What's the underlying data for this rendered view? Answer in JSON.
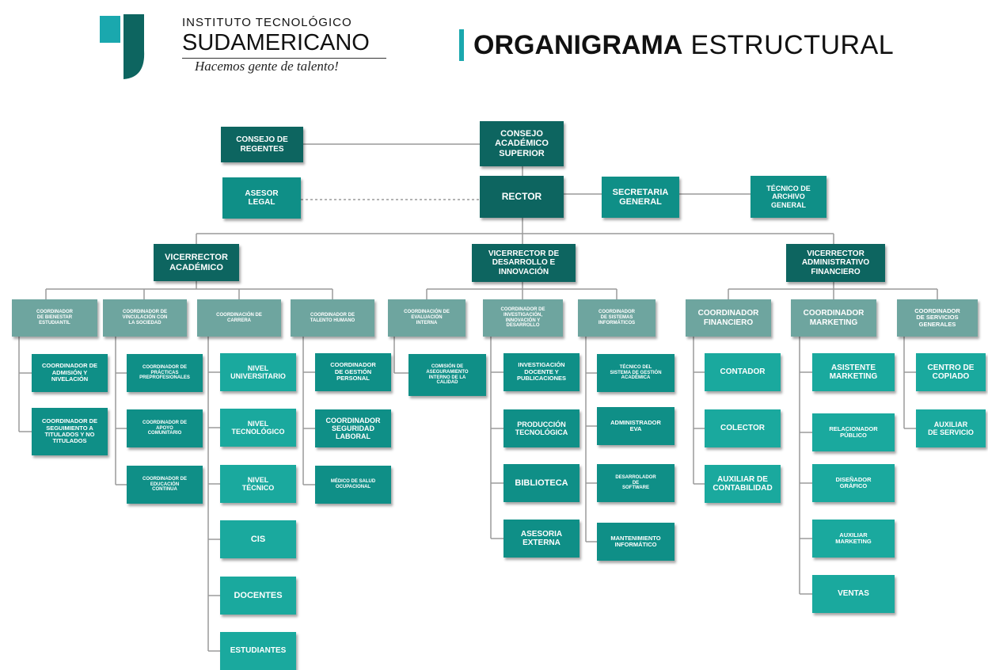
{
  "logo": {
    "line1": "INSTITUTO TECNOLÓGICO",
    "line2": "SUDAMERICANO",
    "line3": "Hacemos gente de talento!"
  },
  "title": {
    "bold": "ORGANIGRAMA",
    "light": "ESTRUCTURAL"
  },
  "colors": {
    "dark": "#0d6560",
    "mid": "#0f8f87",
    "grey": "#6ea59f",
    "teal": "#1aa99e",
    "accent": "#1aa8ae"
  },
  "org": {
    "consejo_academico": "CONSEJO\nACADÉMICO\nSUPERIOR",
    "consejo_regentes": "CONSEJO DE\nREGENTES",
    "rector": "RECTOR",
    "asesor_legal": "ASESOR\nLEGAL",
    "secretaria": "SECRETARIA\nGENERAL",
    "tecnico_archivo": "TÉCNICO DE\nARCHIVO\nGENERAL",
    "vice_academico": "VICERRECTOR\nACADÉMICO",
    "vice_desarrollo": "VICERRECTOR DE\nDESARROLLO E\nINNOVACIÓN",
    "vice_admin": "VICERRECTOR\nADMINISTRATIVO\nFINANCIERO",
    "coord_bienestar": "COORDINADOR\nDE BIENESTAR\nESTUDIANTIL",
    "coord_vinculacion": "COORDINADOR DE\nVINCULACIÓN CON\nLA SOCIEDAD",
    "coord_carrera": "COORDINACIÓN DE\nCARRERA",
    "coord_talento": "COORDINADOR DE\nTALENTO HUMANO",
    "coord_evaluacion": "COORDINACIÓN DE\nEVALUACIÓN\nINTERNA",
    "coord_investigacion": "COORDINADOR DE\nINVESTIGACIÓN,\nINNOVACIÓN Y\nDESARROLLO",
    "coord_sistemas": "COORDINADOR\nDE SISTEMAS\nINFORMÁTICOS",
    "coord_financiero": "COORDINADOR\nFINANCIERO",
    "coord_marketing": "COORDINADOR\nMARKETING",
    "coord_servicios": "COORDINADOR\nDE SERVICIOS\nGENERALES",
    "admision": "COORDINADOR DE\nADMISIÓN Y\nNIVELACIÓN",
    "seguimiento": "COORDINADOR DE\nSEGUIMIENTO A\nTITULADOS Y NO\nTITULADOS",
    "practicas": "COORDINADOR DE\nPRÁCTICAS\nPREPROFESIONALES",
    "apoyo": "COORDINADOR DE\nAPOYO\nCOMUNITARIO",
    "educacion": "COORDINADOR DE\nEDUCACIÓN\nCONTINUA",
    "universitario": "NIVEL\nUNIVERSITARIO",
    "tecnologico": "NIVEL\nTECNOLÓGICO",
    "tecnico": "NIVEL\nTÉCNICO",
    "cis": "CIS",
    "docentes": "DOCENTES",
    "estudiantes": "ESTUDIANTES",
    "gestion_personal": "COORDINADOR\nDE GESTIÓN\nPERSONAL",
    "seguridad": "COORDINADOR\nSEGURIDAD\nLABORAL",
    "medico": "MÉDICO DE SALUD\nOCUPACIONAL",
    "comision": "COMISIÓN DE\nASEGURAMIENTO\nINTERNO DE LA\nCALIDAD",
    "investigacion_docente": "INVESTIGACIÓN\nDOCENTE Y\nPUBLICACIONES",
    "produccion": "PRODUCCIÓN\nTECNOLÓGICA",
    "biblioteca": "BIBLIOTECA",
    "asesoria": "ASESORIA\nEXTERNA",
    "tecnico_sistema": "TÉCNICO DEL\nSISTEMA DE GESTIÓN\nACADÉMICA",
    "admin_eva": "ADMINISTRADOR\nEVA",
    "desarrollador": "DESARROLADOR\nDE\nSOFTWARE",
    "mantenimiento": "MANTENIMIENTO\nINFORMÁTICO",
    "contador": "CONTADOR",
    "colector": "COLECTOR",
    "auxiliar_contabilidad": "AUXILIAR DE\nCONTABILIDAD",
    "asistente_marketing": "ASISTENTE\nMARKETING",
    "relacionador": "RELACIONADOR\nPÚBLICO",
    "disenador": "DISEÑADOR\nGRÁFICO",
    "auxiliar_marketing": "AUXILIAR\nMARKETING",
    "ventas": "VENTAS",
    "centro_copiado": "CENTRO DE\nCOPIADO",
    "auxiliar_servicio": "AUXILIAR\nDE SERVICIO"
  }
}
